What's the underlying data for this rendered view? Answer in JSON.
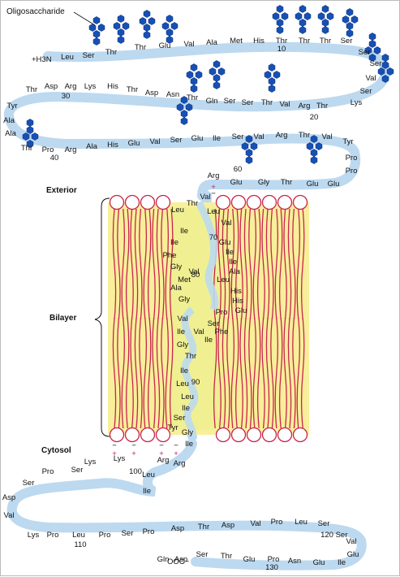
{
  "labels": {
    "oligosaccharide": "Oligosaccharide",
    "exterior": "Exterior",
    "bilayer": "Bilayer",
    "cytosol": "Cytosol",
    "n_terminus": "+H3N",
    "c_terminus": "OOC−",
    "plus_sign": "+",
    "minus_sign": "−"
  },
  "colors": {
    "chain": "#bcd9f0",
    "sugar": "#1750b5",
    "lipid_fill": "#f8ef9a",
    "lipid_tail": "#c9234f",
    "head_fill": "#ffffff",
    "head_stroke": "#c9234f",
    "positive": "#c8186e",
    "helix_zone": "#eef090"
  },
  "residues": [
    "Leu",
    "Ser",
    "Thr",
    "Thr",
    "Glu",
    "Val",
    "Ala",
    "Met",
    "His",
    "Thr",
    "Thr",
    "Thr",
    "Ser",
    "Ser",
    "Ser",
    "Val",
    "Ser",
    "Lys",
    "Thr",
    "Arg",
    "Val",
    "Thr",
    "Ser",
    "Ser",
    "Gln",
    "Thr",
    "Asn",
    "Asp",
    "Thr",
    "His",
    "Lys",
    "Arg",
    "Asp",
    "Thr",
    "Tyr",
    "Ala",
    "Ala",
    "Thr",
    "Pro",
    "Arg",
    "Ala",
    "His",
    "Glu",
    "Val",
    "Ser",
    "Glu",
    "Ile",
    "Ser",
    "Val",
    "Arg",
    "Thr",
    "Val",
    "Tyr",
    "Pro",
    "Pro",
    "Glu",
    "Glu",
    "Thr",
    "Gly",
    "Glu",
    "Arg",
    "Val",
    "Thr",
    "Leu",
    "Ile",
    "Ile",
    "Phe",
    "Gly",
    "Val",
    "Met",
    "Ala",
    "Gly",
    "Val",
    "Ile",
    "Gly",
    "Thr",
    "Ile",
    "Leu",
    "Leu",
    "Ile",
    "Ser",
    "Tyr",
    "Gly",
    "Ile",
    "Arg",
    "Arg",
    "Leu",
    "Ile",
    "Lys",
    "Lys",
    "Ser",
    "Pro",
    "Ser",
    "Asp",
    "Val",
    "Lys",
    "Pro",
    "Leu",
    "Pro",
    "Ser",
    "Pro",
    "Asp",
    "Thr",
    "Asp",
    "Val",
    "Pro",
    "Leu",
    "Ser",
    "Ser",
    "Val",
    "Glu",
    "Ile",
    "Glu",
    "Asn",
    "Pro",
    "Glu",
    "Thr",
    "Ser",
    "Asp",
    "Gln",
    "Leu",
    "Val",
    "Glu",
    "Ile",
    "Ile",
    "Ala",
    "Leu",
    "His",
    "His",
    "Glu",
    "Pro",
    "Ser",
    "Phe",
    "Ile",
    "Val"
  ],
  "numbers": [
    "10",
    "20",
    "30",
    "40",
    "60",
    "70",
    "80",
    "90",
    "100",
    "110",
    "120",
    "130"
  ]
}
